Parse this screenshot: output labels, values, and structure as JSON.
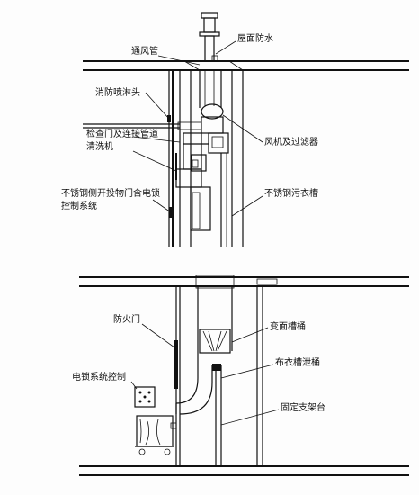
{
  "labels": {
    "vent_pipe": "通风管",
    "roof_waterproof": "屋面防水",
    "fire_sprinkler": "消防喷淋头",
    "inspection_door": "检查门及连接管道",
    "washer": "清洗机",
    "fan_filter": "风机及过滤器",
    "door_line1": "不锈钢侧开投物门含电锁",
    "door_line2": "控制系统",
    "linen_chute": "不锈钢污衣槽",
    "fire_door": "防火门",
    "variable_chute": "变面槽桶",
    "chute_bucket": "布衣槽泄桶",
    "lock_control": "电锁系统控制",
    "support_platform": "固定支架台"
  }
}
